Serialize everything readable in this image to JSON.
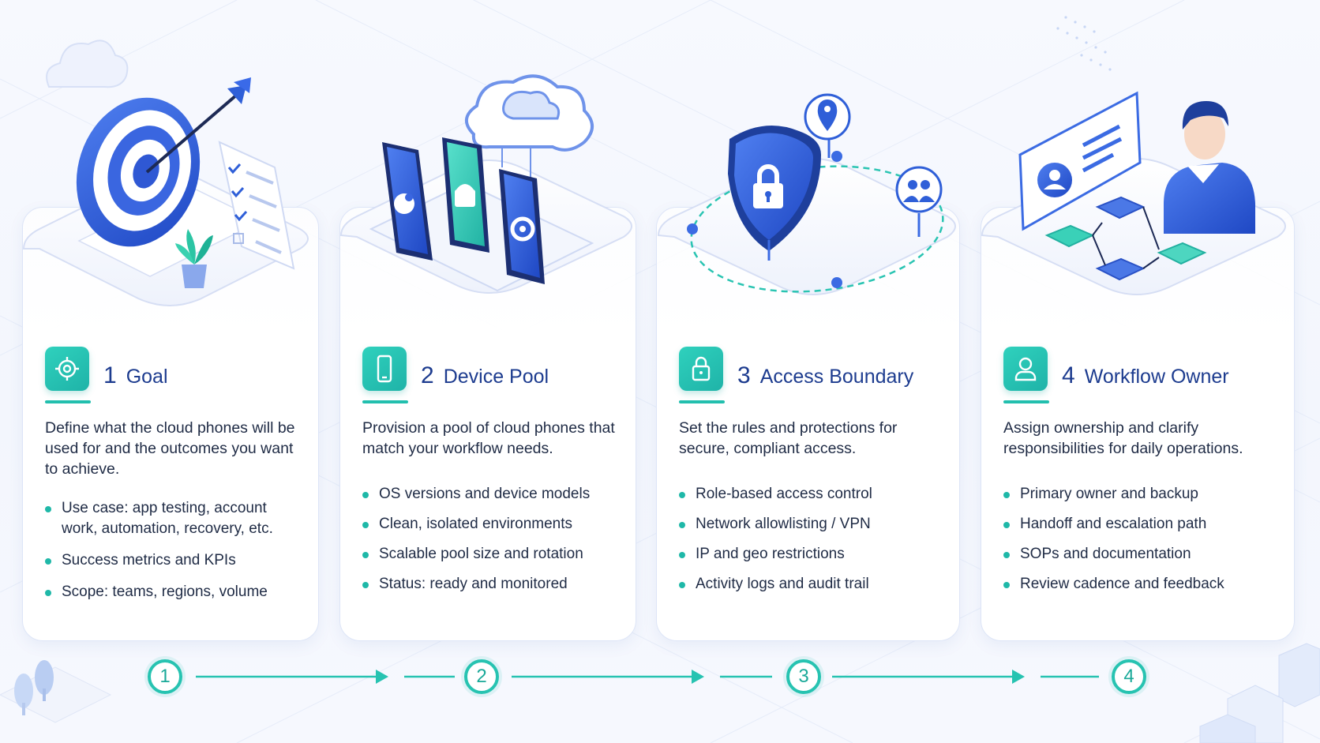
{
  "steps": [
    {
      "number": "1",
      "title": "Goal",
      "description": "Define what the cloud phones will be used for and the outcomes you want to achieve.",
      "bullets": [
        "Use case: app testing, account work, automation, recovery, etc.",
        "Success metrics and KPIs",
        "Scope: teams, regions, volume"
      ]
    },
    {
      "number": "2",
      "title": "Device Pool",
      "description": "Provision a pool of cloud phones that match your workflow needs.",
      "bullets": [
        "OS versions and device models",
        "Clean, isolated environments",
        "Scalable pool size and rotation",
        "Status: ready and monitored"
      ]
    },
    {
      "number": "3",
      "title": "Access Boundary",
      "description": "Set the rules and protections for secure, compliant access.",
      "bullets": [
        "Role-based access control",
        "Network allowlisting / VPN",
        "IP and geo restrictions",
        "Activity logs and audit trail"
      ]
    },
    {
      "number": "4",
      "title": "Workflow Owner",
      "description": "Assign ownership and clarify responsibilities for daily operations.",
      "bullets": [
        "Primary owner and backup",
        "Handoff and escalation path",
        "SOPs and documentation",
        "Review cadence and feedback"
      ]
    }
  ],
  "timeline": [
    "1",
    "2",
    "3",
    "4"
  ],
  "icons": {
    "step1": "target-icon",
    "step2": "smartphone-icon",
    "step3": "padlock-icon",
    "step4": "user-icon"
  },
  "colors": {
    "accent": "#22bfae",
    "title": "#1d3c8f",
    "illustration_blue": "#2f5fd8"
  }
}
